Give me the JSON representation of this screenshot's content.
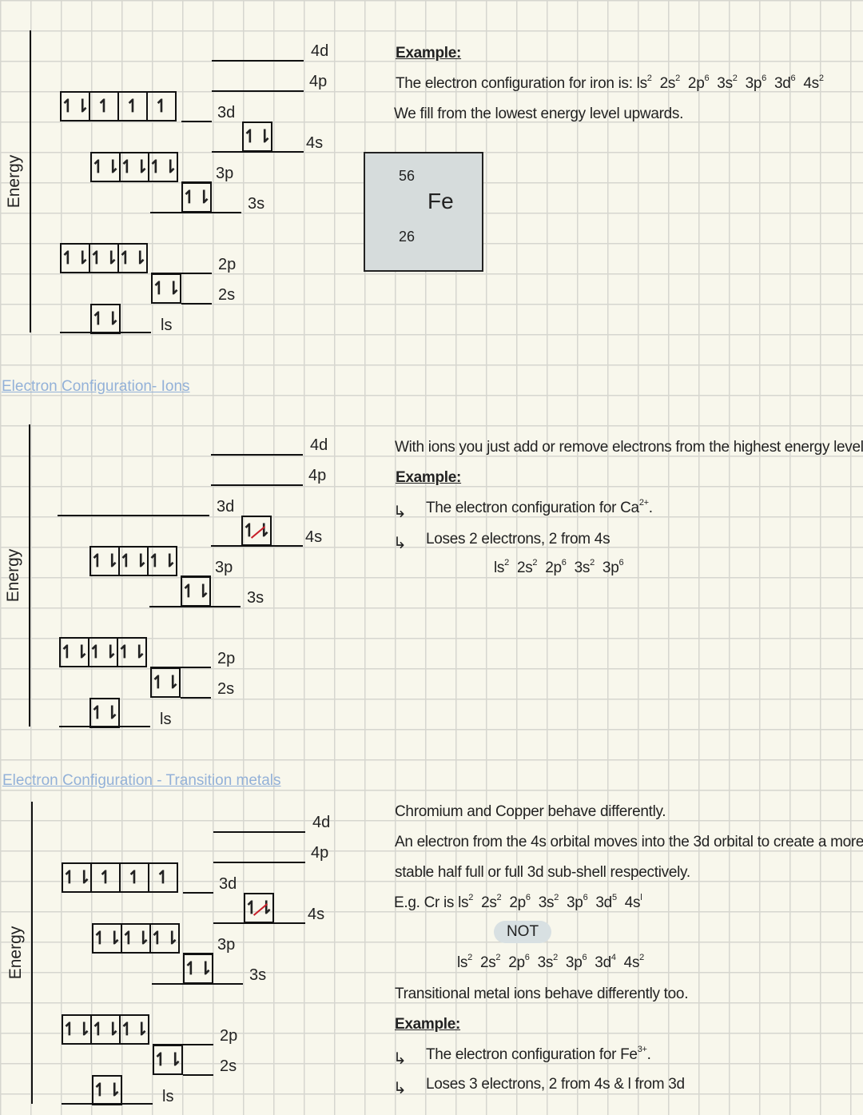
{
  "diagrams": [
    {
      "axis_label": "Energy",
      "labels": {
        "4d": "4d",
        "4p": "4p",
        "3d": "3d",
        "4s": "4s",
        "3p": "3p",
        "3s": "3s",
        "2p": "2p",
        "2s": "2s",
        "1s": "ls"
      },
      "boxes": {
        "3d": [
          "↿⇂",
          "↿",
          "↿",
          "↿"
        ],
        "4s": [
          "↿⇂"
        ],
        "3p": [
          "↿⇂",
          "↿⇂",
          "↿⇂"
        ],
        "3s": [
          "↿⇂"
        ],
        "2p": [
          "↿⇂",
          "↿⇂",
          "↿⇂"
        ],
        "2s": [
          "↿⇂"
        ],
        "1s": [
          "↿⇂"
        ]
      },
      "crossed_4s": false
    },
    {
      "axis_label": "Energy",
      "labels": {
        "4d": "4d",
        "4p": "4p",
        "3d": "3d",
        "4s": "4s",
        "3p": "3p",
        "3s": "3s",
        "2p": "2p",
        "2s": "2s",
        "1s": "ls"
      },
      "boxes": {
        "3d": [],
        "4s": [
          "↿⇂"
        ],
        "3p": [
          "↿⇂",
          "↿⇂",
          "↿⇂"
        ],
        "3s": [
          "↿⇂"
        ],
        "2p": [
          "↿⇂",
          "↿⇂",
          "↿⇂"
        ],
        "2s": [
          "↿⇂"
        ],
        "1s": [
          "↿⇂"
        ]
      },
      "crossed_4s": true
    },
    {
      "axis_label": "Energy",
      "labels": {
        "4d": "4d",
        "4p": "4p",
        "3d": "3d",
        "4s": "4s",
        "3p": "3p",
        "3s": "3s",
        "2p": "2p",
        "2s": "2s",
        "1s": "ls"
      },
      "boxes": {
        "3d": [
          "↿⇂",
          "↿",
          "↿",
          "↿"
        ],
        "4s": [
          "↿⇂"
        ],
        "3p": [
          "↿⇂",
          "↿⇂",
          "↿⇂"
        ],
        "3s": [
          "↿⇂"
        ],
        "2p": [
          "↿⇂",
          "↿⇂",
          "↿⇂"
        ],
        "2s": [
          "↿⇂"
        ],
        "1s": [
          "↿⇂"
        ]
      },
      "crossed_4s": true
    }
  ],
  "section1": {
    "example": "Example:",
    "iron_line": "The electron configuration for iron is:",
    "iron_config": [
      [
        "ls",
        "2"
      ],
      [
        "2s",
        "2"
      ],
      [
        "2p",
        "6"
      ],
      [
        "3s",
        "2"
      ],
      [
        "3p",
        "6"
      ],
      [
        "3d",
        "6"
      ],
      [
        "4s",
        "2"
      ]
    ],
    "fill_line": "We fill from the lowest energy level upwards.",
    "element": {
      "mass": "56",
      "symbol": "Fe",
      "number": "26",
      "color": "#d6dcdc"
    }
  },
  "section2": {
    "heading": "Electron Configuration- Ions",
    "intro": "With ions you just add or remove electrons from the highest energy level first.",
    "example": "Example:",
    "item1": "The electron configuration for Ca",
    "item1_sup": "2+",
    "item2": "Loses 2 electrons, 2 from 4s",
    "config": [
      [
        "ls",
        "2"
      ],
      [
        "2s",
        "2"
      ],
      [
        "2p",
        "6"
      ],
      [
        "3s",
        "2"
      ],
      [
        "3p",
        "6"
      ]
    ]
  },
  "section3": {
    "heading": "Electron Configuration - Transition metals",
    "line1": "Chromium and Copper behave differently.",
    "line2": "An electron from the 4s orbital moves into the 3d orbital to create a more",
    "line3": "stable half full or full 3d sub-shell respectively.",
    "cr_prefix": "E.g. Cr is",
    "cr_config": [
      [
        "ls",
        "2"
      ],
      [
        "2s",
        "2"
      ],
      [
        "2p",
        "6"
      ],
      [
        "3s",
        "2"
      ],
      [
        "3p",
        "6"
      ],
      [
        "3d",
        "5"
      ],
      [
        "4s",
        "l"
      ]
    ],
    "not_label": "NOT",
    "wrong_config": [
      [
        "ls",
        "2"
      ],
      [
        "2s",
        "2"
      ],
      [
        "2p",
        "6"
      ],
      [
        "3s",
        "2"
      ],
      [
        "3p",
        "6"
      ],
      [
        "3d",
        "4"
      ],
      [
        "4s",
        "2"
      ]
    ],
    "line4": "Transitional metal ions behave differently too.",
    "example": "Example:",
    "item1": "The electron configuration for Fe",
    "item1_sup": "3+",
    "item2": "Loses 3 electrons, 2 from 4s & l from 3d"
  },
  "colors": {
    "heading": "#93b1d8",
    "cross": "#c8202a",
    "paper": "#f8f7ec",
    "grid": "#d6d6cf"
  }
}
